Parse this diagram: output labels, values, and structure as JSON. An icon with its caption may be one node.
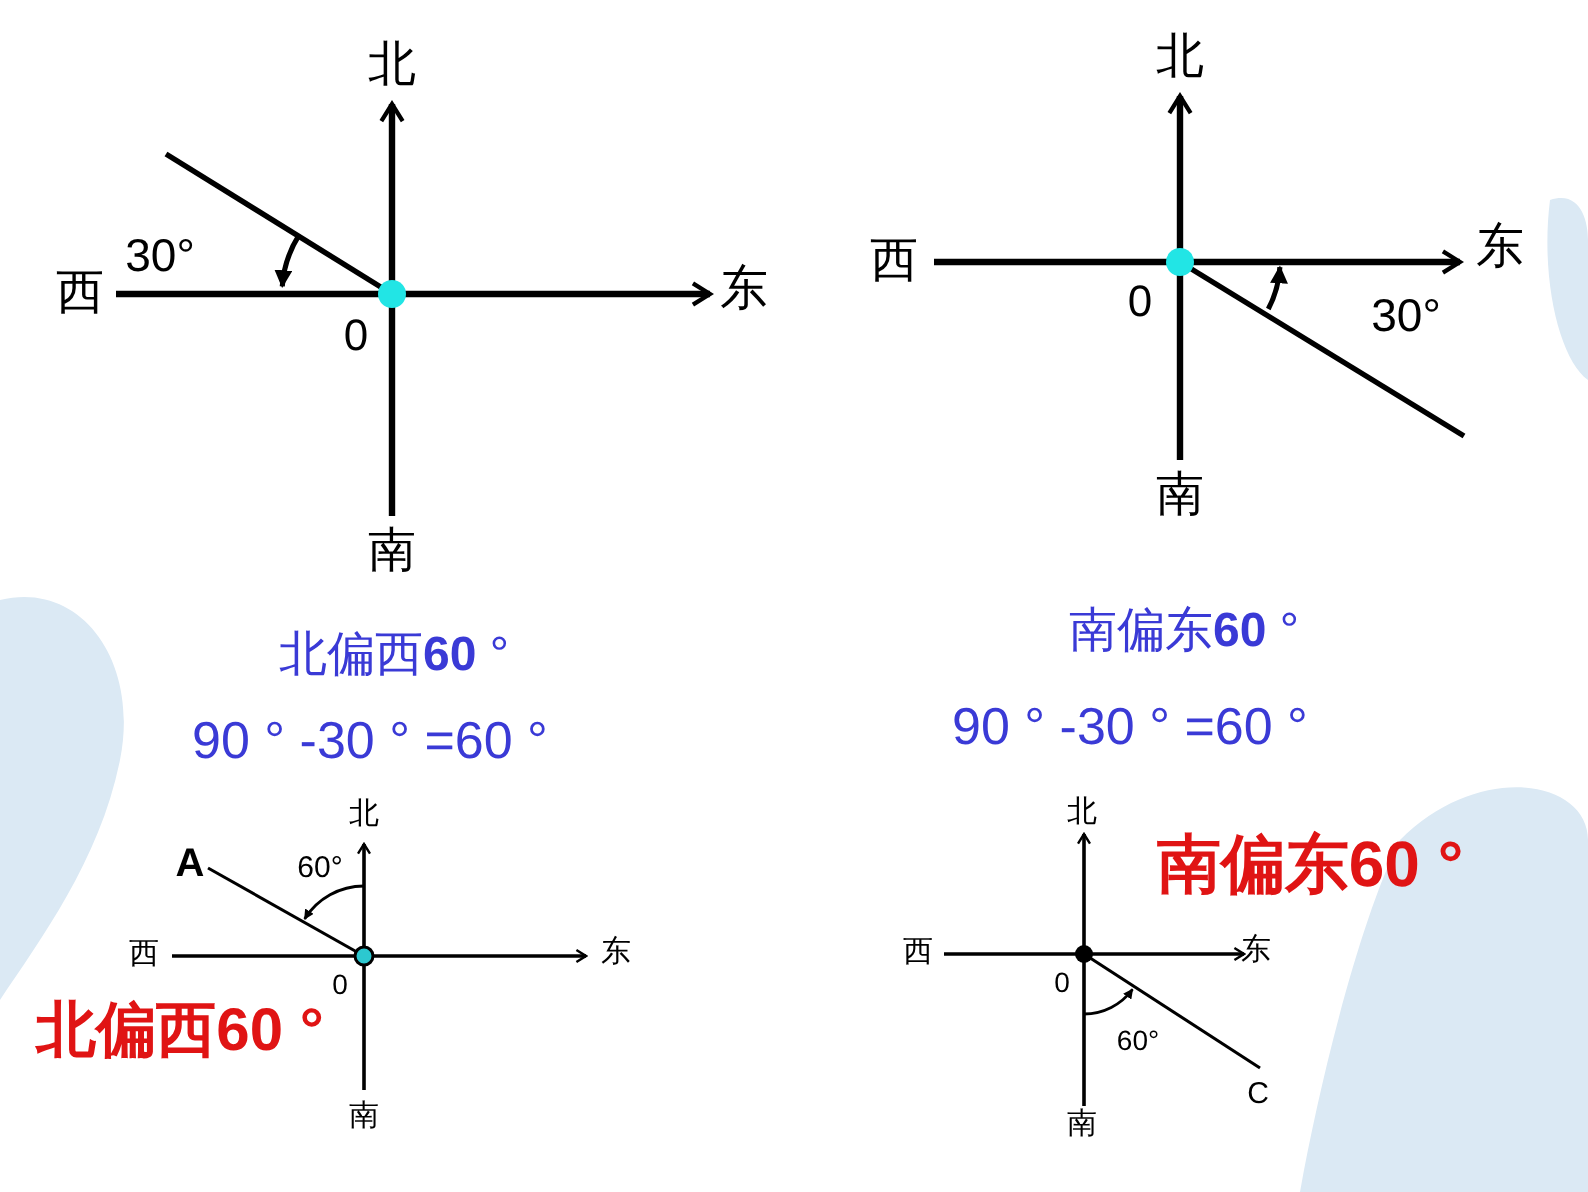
{
  "diagram": {
    "labels": [
      "北",
      "西",
      "30°",
      "东",
      "0",
      "南",
      "北",
      "西",
      "东",
      "0",
      "30°",
      "南",
      "南偏东**60** °",
      "北偏西**60** °",
      "90 ° -30 ° =60 °",
      "90 ° -30 ° =60 °",
      "北",
      "A",
      "60°",
      "北",
      "南偏东60 °",
      "西",
      "东",
      "西",
      "东",
      "0",
      "0",
      "北偏西60 °",
      "60°",
      "C",
      "南",
      "南"
    ]
  }
}
